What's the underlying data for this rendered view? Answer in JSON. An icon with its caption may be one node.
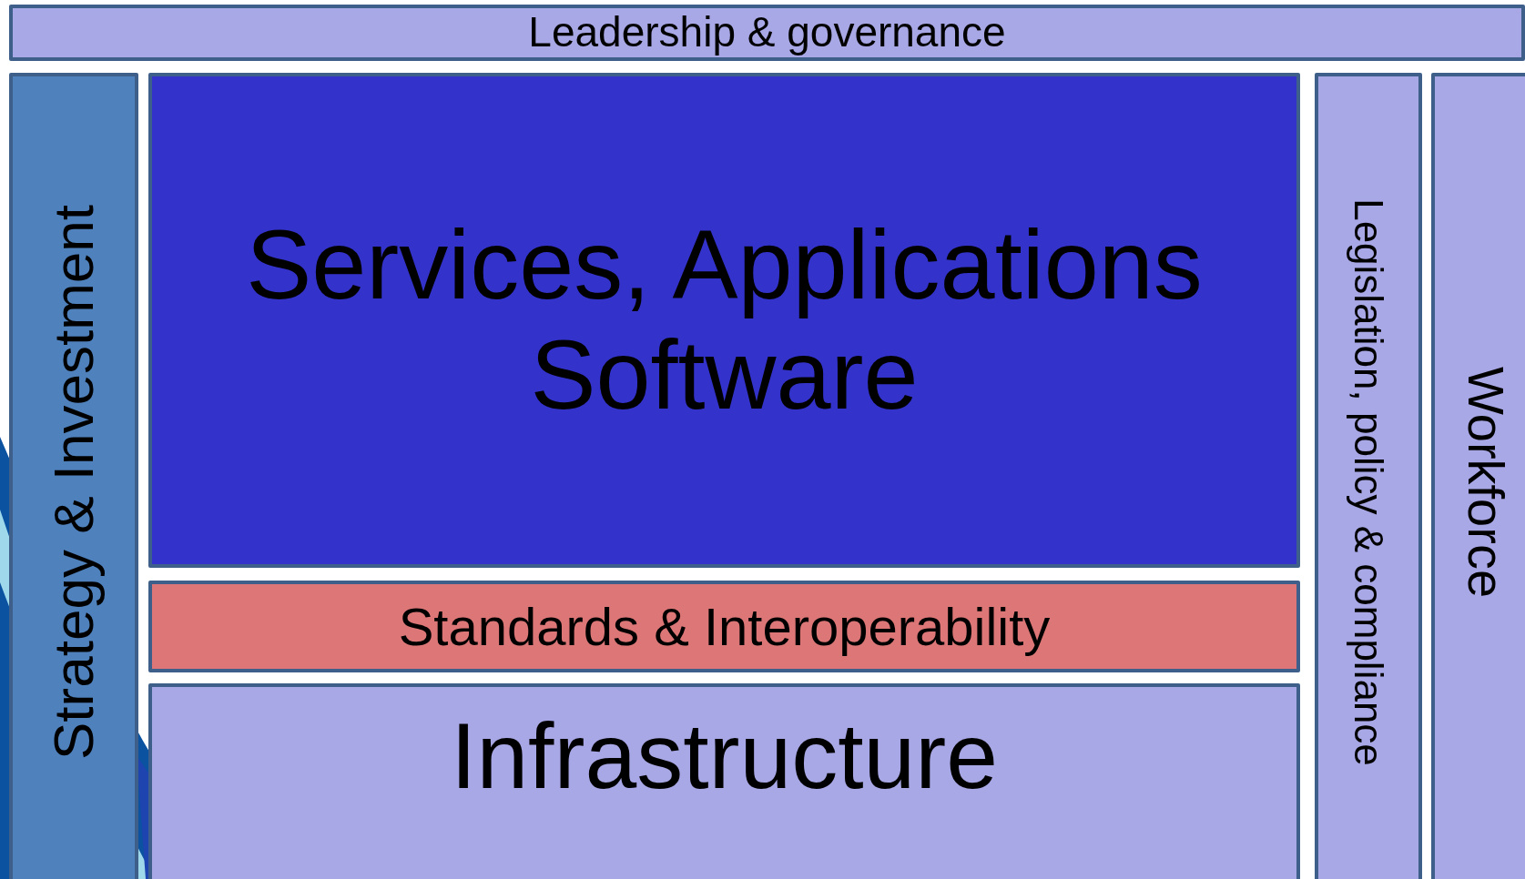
{
  "diagram": {
    "nodes": [
      {
        "text": [
          "Leadership & governance"
        ]
      },
      {
        "text": [
          "Strategy & Investment"
        ]
      },
      {
        "text": [
          "Services, Applications Software"
        ]
      },
      {
        "text": [
          "Standards & Interoperability"
        ]
      },
      {
        "text": [
          "Infrastructure"
        ]
      },
      {
        "text": [
          "Legislation, policy & compliance"
        ]
      },
      {
        "text": [
          "Workforce"
        ]
      }
    ]
  }
}
